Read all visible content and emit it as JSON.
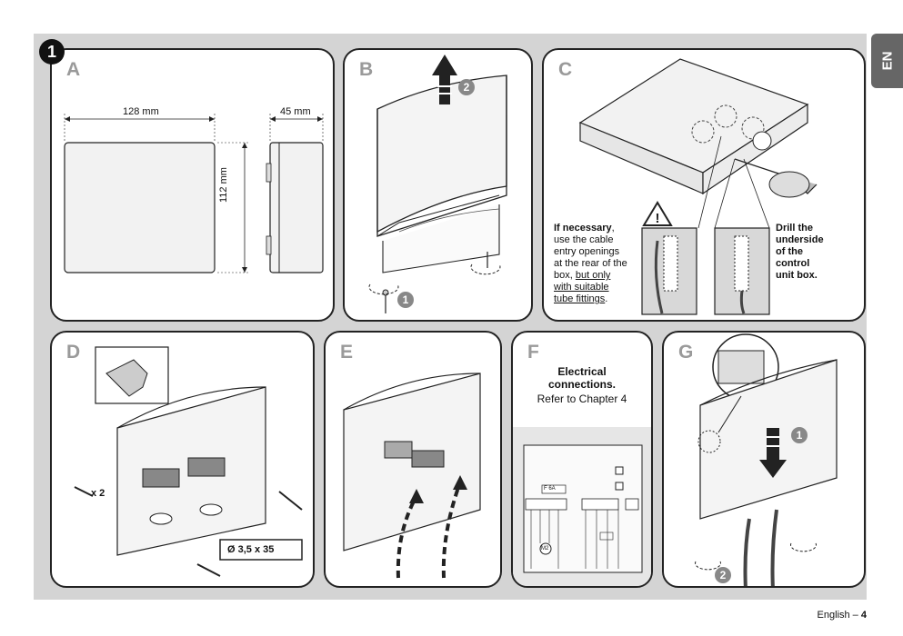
{
  "step_number": "1",
  "language_tab": "EN",
  "panels": {
    "A": {
      "letter": "A",
      "width_label": "128 mm",
      "depth_label": "45 mm",
      "height_label": "112 mm"
    },
    "B": {
      "letter": "B",
      "step1": "1",
      "step2": "2"
    },
    "C": {
      "letter": "C",
      "note_bold": "If necessary",
      "note_l1": ",",
      "note_l2": "use the cable",
      "note_l3": "entry openings",
      "note_l4": "at the rear of the",
      "note_l5a": "box,",
      "note_l5b": "but only",
      "note_l6": "with suitable",
      "note_l7": "tube fittings",
      "note_l7_end": ".",
      "drill_l1": "Drill the",
      "drill_l2": "underside",
      "drill_l3": "of the",
      "drill_l4": "control",
      "drill_l5": "unit box."
    },
    "D": {
      "letter": "D",
      "qty": "x 2",
      "screw_spec": "Ø 3,5 x 35"
    },
    "E": {
      "letter": "E"
    },
    "F": {
      "letter": "F",
      "title_l1": "Electrical",
      "title_l2": "connections.",
      "subtitle": "Refer to Chapter 4",
      "motor_label": "M2",
      "fuse_label": "F 6A"
    },
    "G": {
      "letter": "G",
      "step1": "1",
      "step2": "2"
    }
  },
  "footer": {
    "language": "English –",
    "page": "4"
  }
}
